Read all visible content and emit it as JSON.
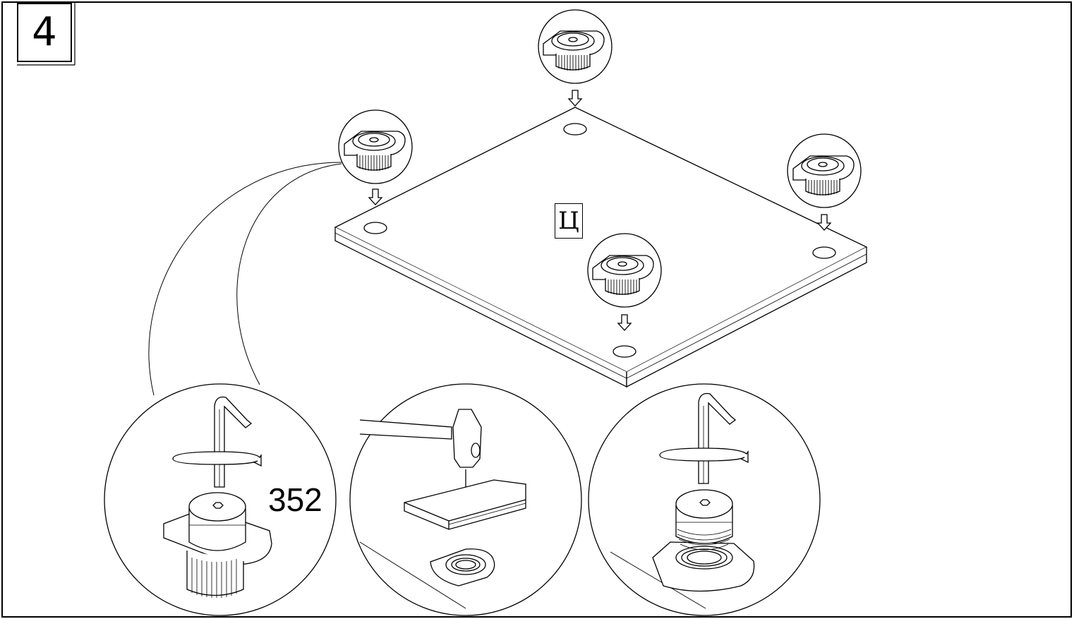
{
  "step": {
    "number": "4"
  },
  "panel": {
    "label": "Ц"
  },
  "part": {
    "number": "352"
  },
  "colors": {
    "line": "#000000",
    "background": "#ffffff"
  },
  "icons": [
    "cam-nut-icon",
    "hex-key-icon",
    "hammer-icon",
    "rotation-arrow-icon",
    "down-arrow-icon"
  ]
}
